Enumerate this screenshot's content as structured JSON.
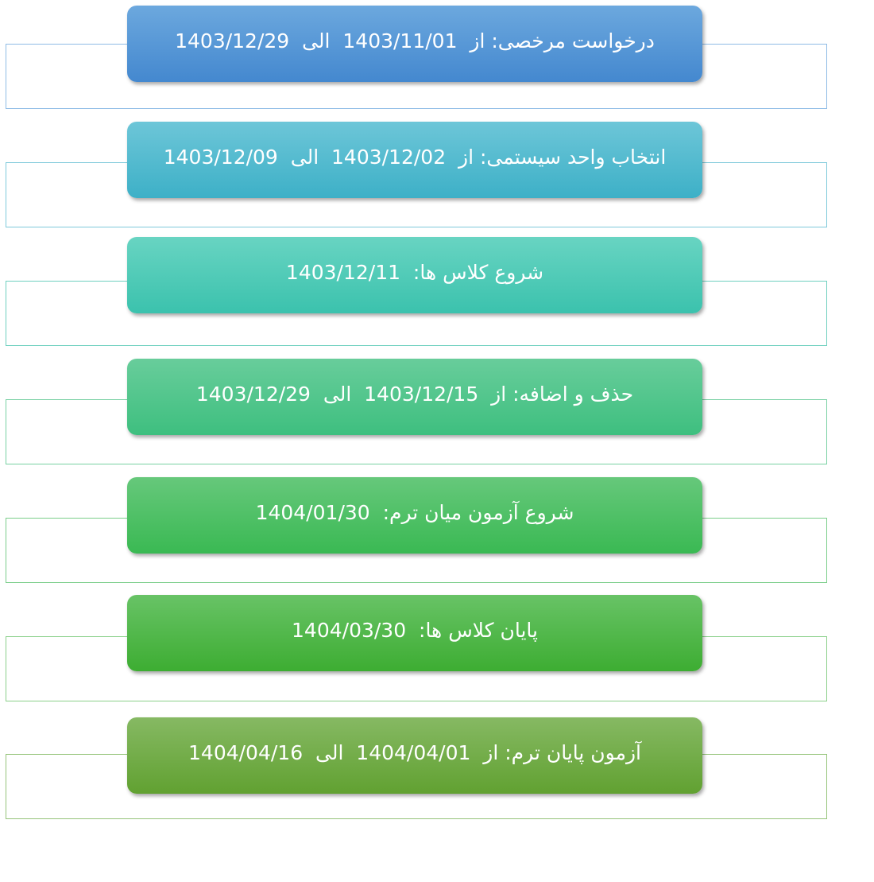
{
  "diagram": {
    "items": [
      {
        "text": "درخواست مرخصی: از  1403/11/01  الی  1403/12/29",
        "color_top": "#6ca8de",
        "color_bottom": "#4488cf",
        "outline": "#8fbce6"
      },
      {
        "text": "انتخاب واحد سیستمی: از  1403/12/02  الی  1403/12/09",
        "color_top": "#6dc6d8",
        "color_bottom": "#3db0c7",
        "outline": "#7fcadb"
      },
      {
        "text": "شروع کلاس ها:  1403/12/11",
        "color_top": "#68d4c2",
        "color_bottom": "#3bc2ad",
        "outline": "#6fd0bf"
      },
      {
        "text": "حذف و اضافه: از  1403/12/15  الی  1403/12/29",
        "color_top": "#68cd9b",
        "color_bottom": "#3ebf7f",
        "outline": "#79d1a3"
      },
      {
        "text": "شروع آزمون میان ترم:  1404/01/30",
        "color_top": "#66c87b",
        "color_bottom": "#3ab953",
        "outline": "#7bce8a"
      },
      {
        "text": "پایان کلاس ها:  1404/03/30",
        "color_top": "#68c366",
        "color_bottom": "#3dad32",
        "outline": "#8bd08a"
      },
      {
        "text": "آزمون پایان ترم: از  1404/04/01  الی  1404/04/16",
        "color_top": "#86b963",
        "color_bottom": "#61a131",
        "outline": "#96c47a"
      }
    ]
  }
}
